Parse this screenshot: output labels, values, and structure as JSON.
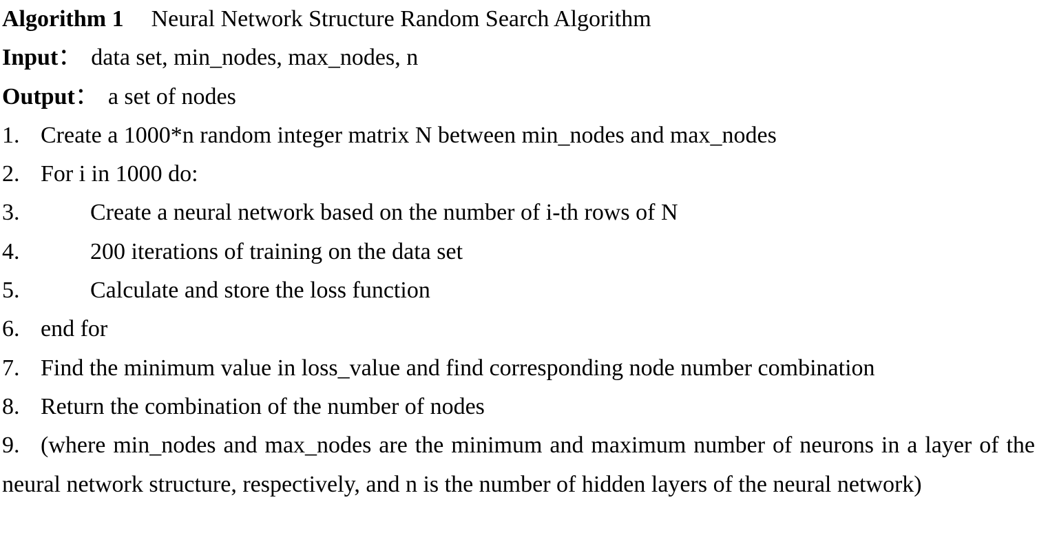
{
  "algorithm": {
    "label": "Algorithm 1",
    "title": "Neural Network Structure Random Search Algorithm",
    "input_label": "Input",
    "input_sep": "：",
    "input_value": "data set, min_nodes, max_nodes, n",
    "output_label": "Output",
    "output_sep": "：",
    "output_value": "a set of nodes",
    "steps": [
      {
        "num": "1.",
        "text": "Create a 1000*n random integer matrix N between min_nodes and max_nodes"
      },
      {
        "num": "2.",
        "text": "For i in 1000 do:"
      },
      {
        "num": "3.",
        "text": "Create a neural network based on the number of i-th rows of N"
      },
      {
        "num": "4.",
        "text": "200 iterations of training on the data set"
      },
      {
        "num": "5.",
        "text": "Calculate and store the loss function"
      },
      {
        "num": "6.",
        "text": "end for"
      },
      {
        "num": "7.",
        "text": "Find the minimum value in loss_value and find corresponding node number combination"
      },
      {
        "num": "8.",
        "text": "Return the combination of the number of nodes"
      },
      {
        "num": "9.",
        "text": "(where min_nodes and max_nodes are the minimum and maximum number of neurons in a layer of the neural network structure, respectively, and n is the number of hidden layers of the neural network)"
      }
    ]
  }
}
